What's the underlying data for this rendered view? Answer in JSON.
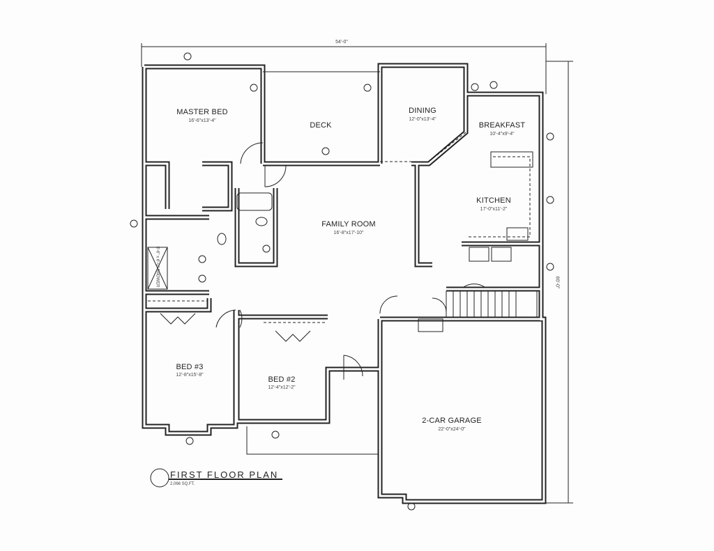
{
  "drawing": {
    "title": "FIRST FLOOR PLAN",
    "area": "2,066 SQ.FT.",
    "overall_width": "54'-0\"",
    "overall_depth": "60'-0\"",
    "shower_label": "3'-6\" x 6'-0\" SHOWER"
  },
  "rooms": {
    "master_bed": {
      "name": "MASTER BED",
      "size": "16'-6\"x13'-4\""
    },
    "deck": {
      "name": "DECK"
    },
    "dining": {
      "name": "DINING",
      "size": "12'-0\"x13'-4\""
    },
    "breakfast": {
      "name": "BREAKFAST",
      "size": "10'-4\"x9'-4\""
    },
    "kitchen": {
      "name": "KITCHEN",
      "size": "17'-0\"x11'-2\""
    },
    "family_room": {
      "name": "FAMILY ROOM",
      "size": "16'-8\"x17'-10\""
    },
    "bed3": {
      "name": "BED #3",
      "size": "12'-8\"x15'-8\""
    },
    "bed2": {
      "name": "BED #2",
      "size": "12'-4\"x12'-2\""
    },
    "garage": {
      "name": "2-CAR GARAGE",
      "size": "22'-0\"x24'-0\""
    }
  },
  "colors": {
    "ink": "#222222",
    "paper": "#fdfdfd"
  }
}
